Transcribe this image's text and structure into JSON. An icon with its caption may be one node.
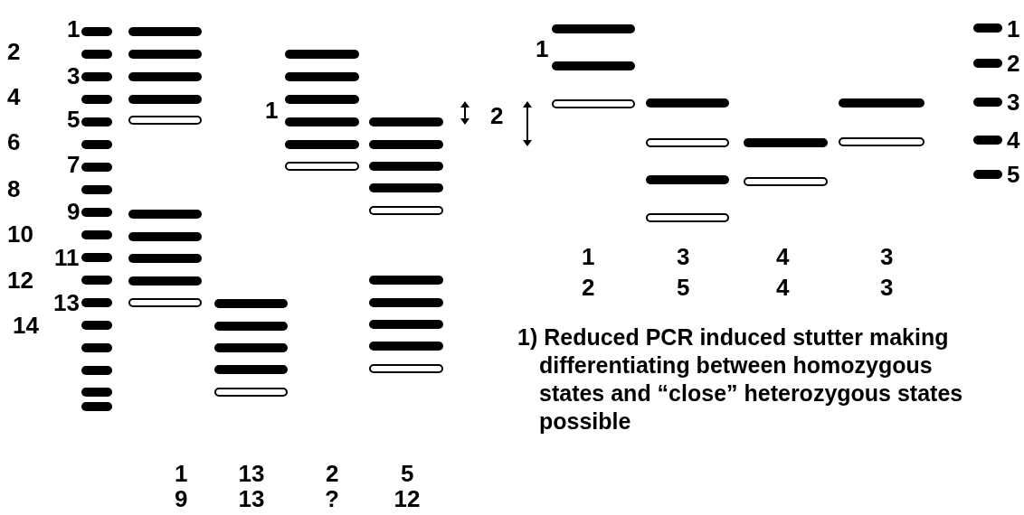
{
  "diagram": {
    "labels": [
      "1",
      "2",
      "3",
      "4",
      "5",
      "6",
      "7",
      "8",
      "9",
      "10",
      "11",
      "12",
      "13",
      "14",
      "1",
      "2",
      "1",
      "1",
      "2",
      "3",
      "4",
      "5",
      "1",
      "9",
      "13",
      "13",
      "2",
      "?",
      "5",
      "12",
      "1",
      "2",
      "3",
      "5",
      "4",
      "4",
      "3",
      "3",
      "1) Reduced PCR induced stutter making differentiating between homozygous states and “close” heterozygous states possible"
    ]
  }
}
